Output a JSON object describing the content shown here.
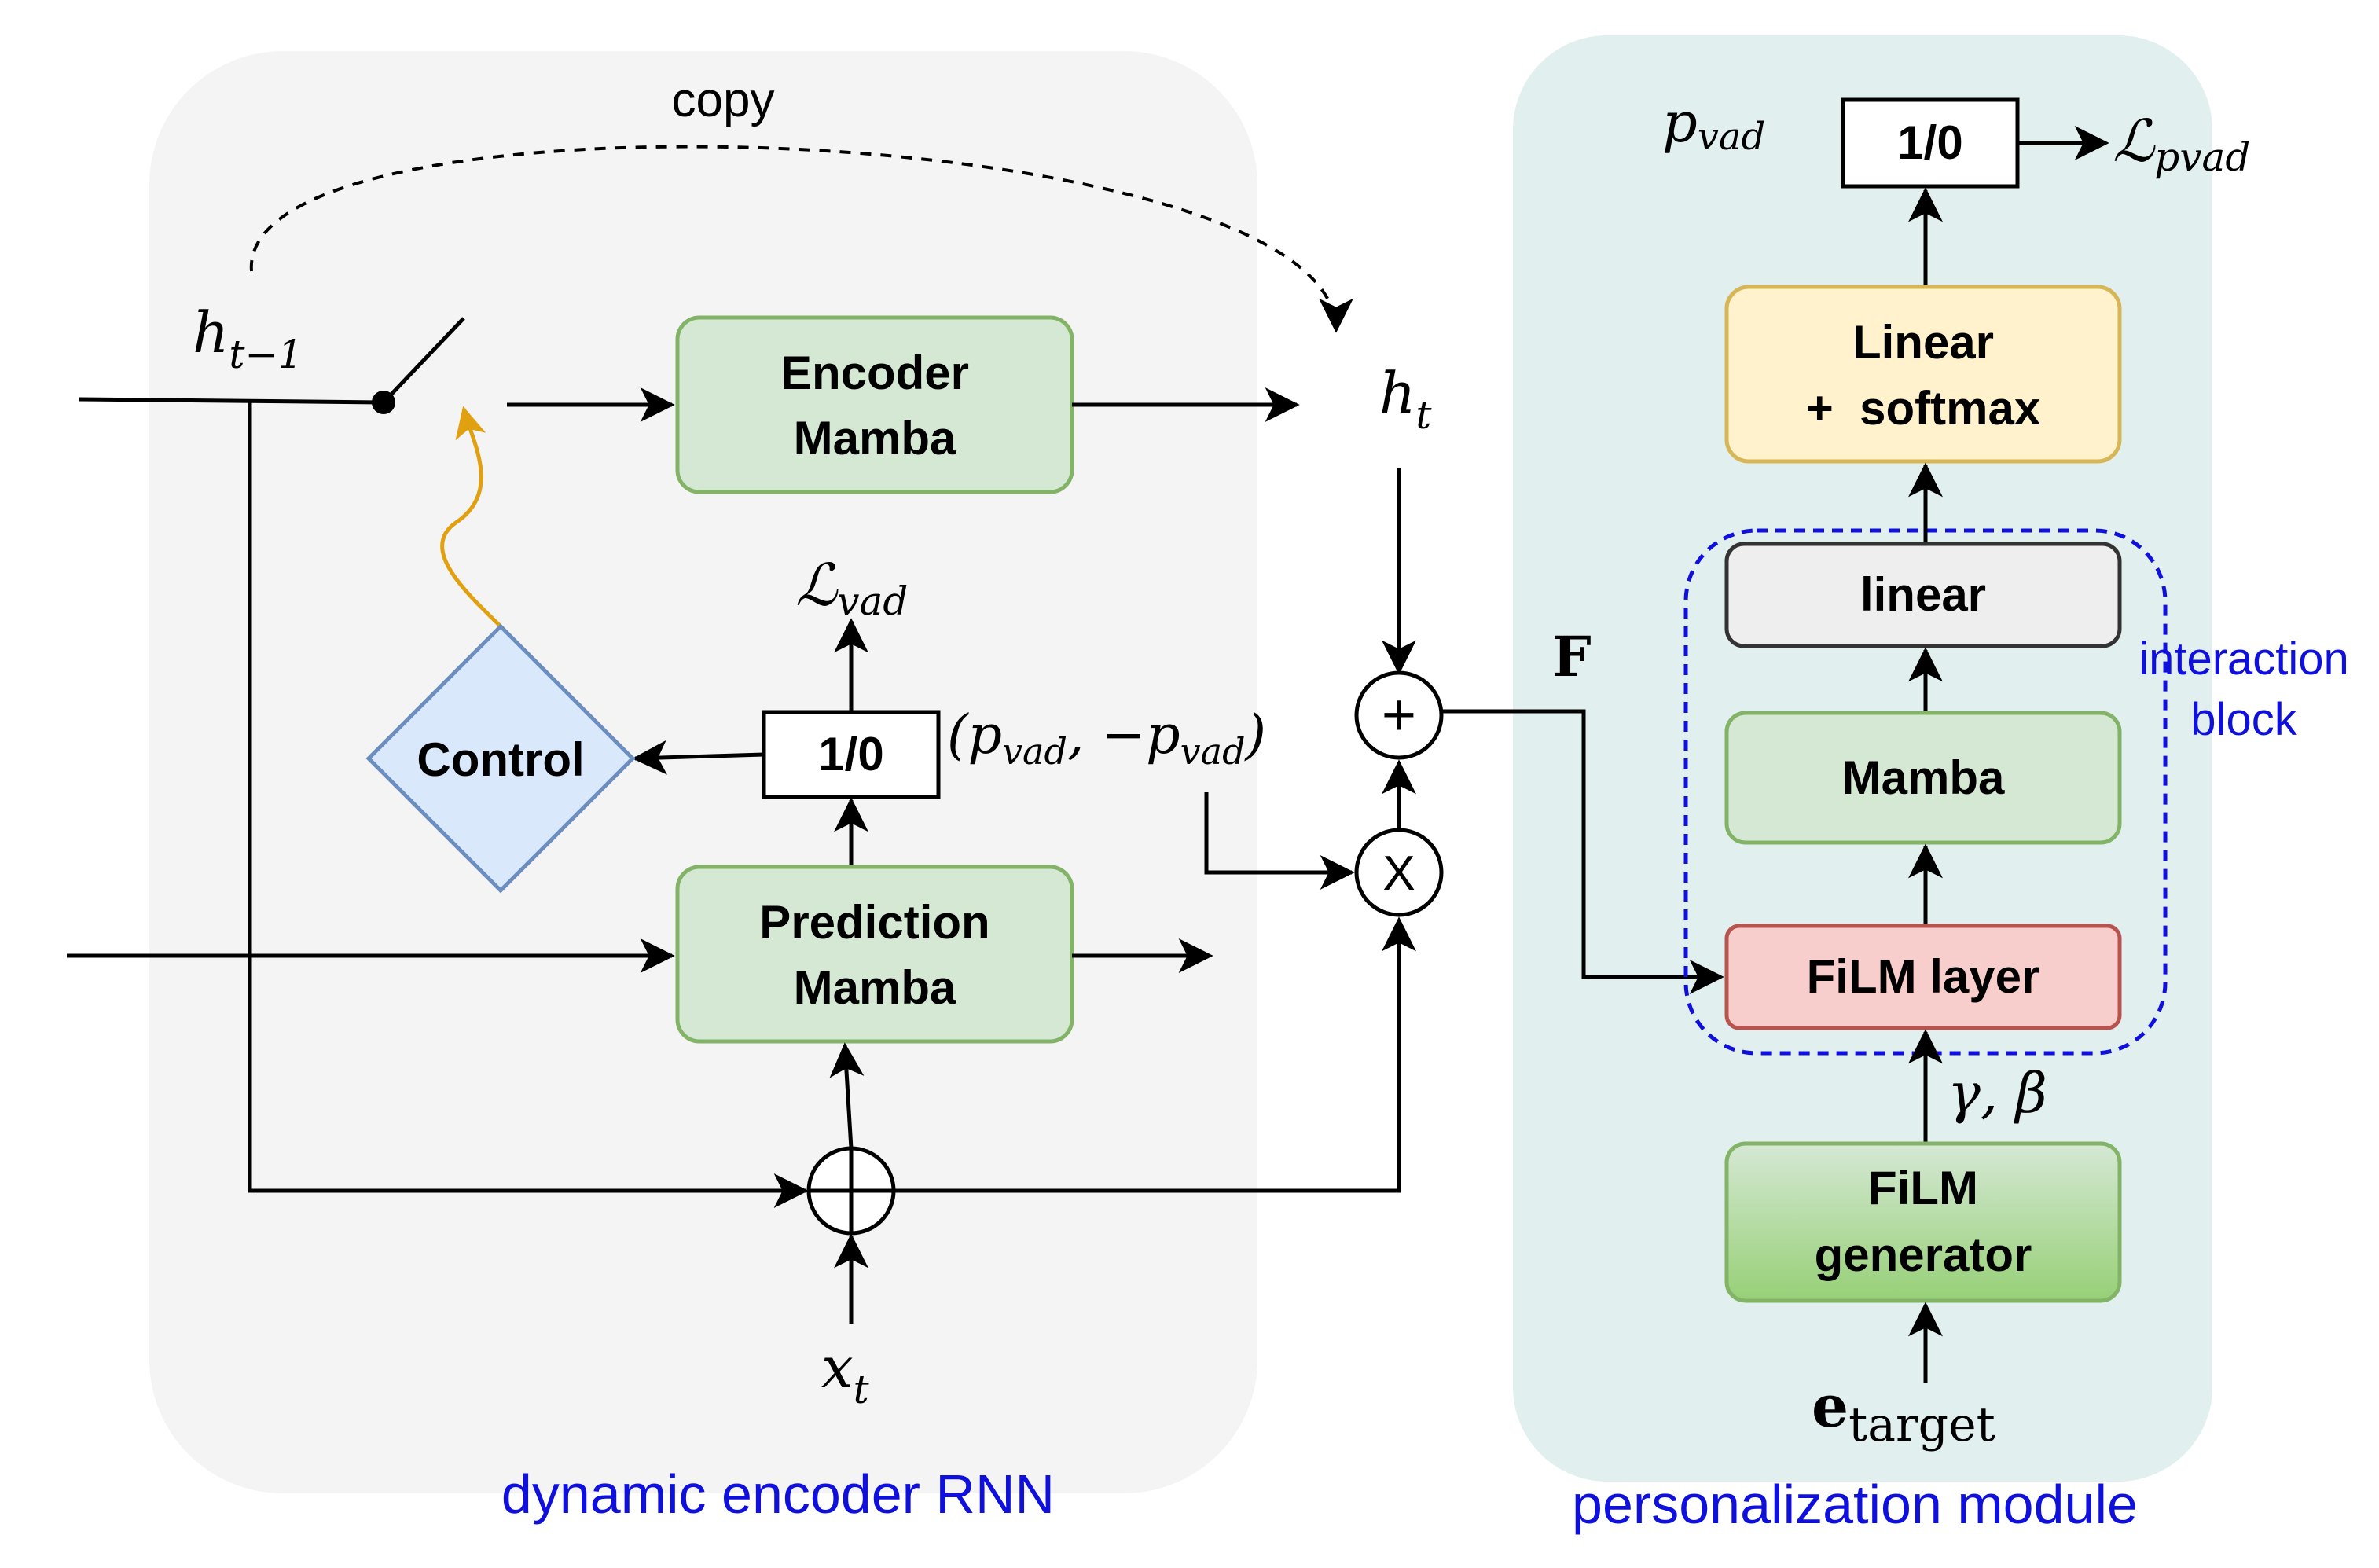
{
  "regions": {
    "left_caption": "dynamic encoder RNN",
    "right_caption": "personalization module",
    "interaction_caption_line1": "interaction",
    "interaction_caption_line2": "block"
  },
  "left": {
    "copy_label": "copy",
    "h_prev_label": "h",
    "h_prev_sub": "t−1",
    "h_t_label": "h",
    "h_t_sub": "t",
    "encoder_line1": "Encoder",
    "encoder_line2": "Mamba",
    "prediction_line1": "Prediction",
    "prediction_line2": "Mamba",
    "control_label": "Control",
    "binary_label": "1/0",
    "loss_vad_main": "ℒ",
    "loss_vad_sub": "vad",
    "pvad_pair_open": "(p",
    "pvad_pair_sub1": "vad",
    "pvad_pair_mid": ", −p",
    "pvad_pair_sub2": "vad",
    "pvad_pair_close": ")",
    "x_t_label": "x",
    "x_t_sub": "t",
    "plus_symbol": "+",
    "times_symbol": "X"
  },
  "right": {
    "F_label": "F",
    "p_vad_main": "p",
    "p_vad_sub": "vad",
    "binary_label": "1/0",
    "loss_pvad_main": "ℒ",
    "loss_pvad_sub": "pvad",
    "linear_softmax_line1": "Linear",
    "linear_softmax_line2": "+  softmax",
    "linear_label": "linear",
    "mamba_label": "Mamba",
    "film_layer_label": "FiLM layer",
    "gamma_beta_label": "γ, β",
    "film_gen_line1": "FiLM",
    "film_gen_line2": "generator",
    "e_target_main": "e",
    "e_target_sub": "target"
  },
  "colors": {
    "left_bg": "#f4f4f4",
    "right_bg": "#e2efef",
    "green_fill": "#d5e8d4",
    "green_stroke": "#82b366",
    "yellow_fill": "#fff2cc",
    "yellow_stroke": "#d6b656",
    "gray_fill": "#eeeeee",
    "red_fill": "#f8cecc",
    "red_stroke": "#b85450",
    "blue_fill": "#dae8fc",
    "blue_stroke": "#6c8ebf",
    "caption_blue": "#1010dd",
    "orange_arrow": "#e0a010"
  }
}
